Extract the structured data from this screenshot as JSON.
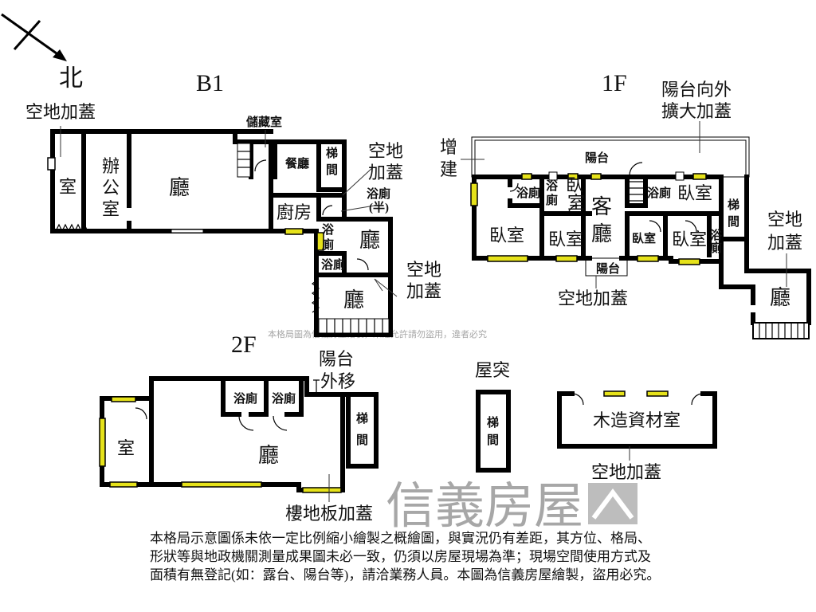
{
  "north": "北",
  "floors": {
    "b1": "B1",
    "f1": "1F",
    "f2": "2F",
    "roof": "屋突"
  },
  "b1": {
    "annex_top": "空地加蓋",
    "room": "室",
    "office": [
      "辦",
      "公",
      "室"
    ],
    "hall": "廳",
    "storage": "儲藏室",
    "dining": "餐廳",
    "stairs": [
      "梯",
      "間"
    ],
    "annex_right": [
      "空地",
      "加蓋"
    ],
    "half_bath": [
      "浴廁",
      "(半)"
    ],
    "kitchen": "廚房",
    "bath_v": [
      "浴",
      "廁"
    ],
    "hall_2": "廳",
    "bath": "浴廁",
    "annex_low": [
      "空地",
      "加蓋"
    ],
    "hall_3": "廳"
  },
  "f1": {
    "extension": [
      "增",
      "建"
    ],
    "balcony_ext": [
      "陽台向外",
      "擴大加蓋"
    ],
    "balcony": "陽台",
    "bath_1": "浴廁",
    "bath_2": [
      "浴",
      "廁"
    ],
    "bedroom_v": [
      "臥",
      "室"
    ],
    "living": [
      "客",
      "廳"
    ],
    "bath_3": "浴廁",
    "bedroom_ne": "臥室",
    "stairs": [
      "梯",
      "間"
    ],
    "annex_right": [
      "空地",
      "加蓋"
    ],
    "bedroom_w": "臥室",
    "bedroom_2": "臥室",
    "bedroom_3": "臥室",
    "bedroom_4": "臥室",
    "bath_4": [
      "浴",
      "廁"
    ],
    "balcony_small": "陽台",
    "annex_bottom": "空地加蓋",
    "hall": "廳"
  },
  "f2": {
    "balcony_moved": [
      "陽台",
      "外移"
    ],
    "bath_1": "浴廁",
    "bath_2": "浴廁",
    "stairs": [
      "梯",
      "間"
    ],
    "room": "室",
    "hall": "廳",
    "floor_ext": "樓地板加蓋"
  },
  "roof": {
    "stairs": [
      "梯",
      "間"
    ],
    "wood_storage": "木造資材室",
    "annex": "空地加蓋"
  },
  "watermark": {
    "brand": "信義房屋",
    "notice": "本格局圖為信義房屋繪製，未經允許請勿盜用，違者必究"
  },
  "footnote": [
    "本格局示意圖係未依一定比例縮小繪製之概繪圖，與實況仍有差距，其方位、格局、",
    "形狀等與地政機關測量成果圖未必一致，仍須以房屋現場為準；現場空間使用方式及",
    "面積有無登記(如：露台、陽台等)，請洽業務人員。本圖為信義房屋繪製，盜用必究。"
  ],
  "colors": {
    "wall": "#000000",
    "window": "#e6e21a",
    "watermark": "#8a8a8a"
  }
}
